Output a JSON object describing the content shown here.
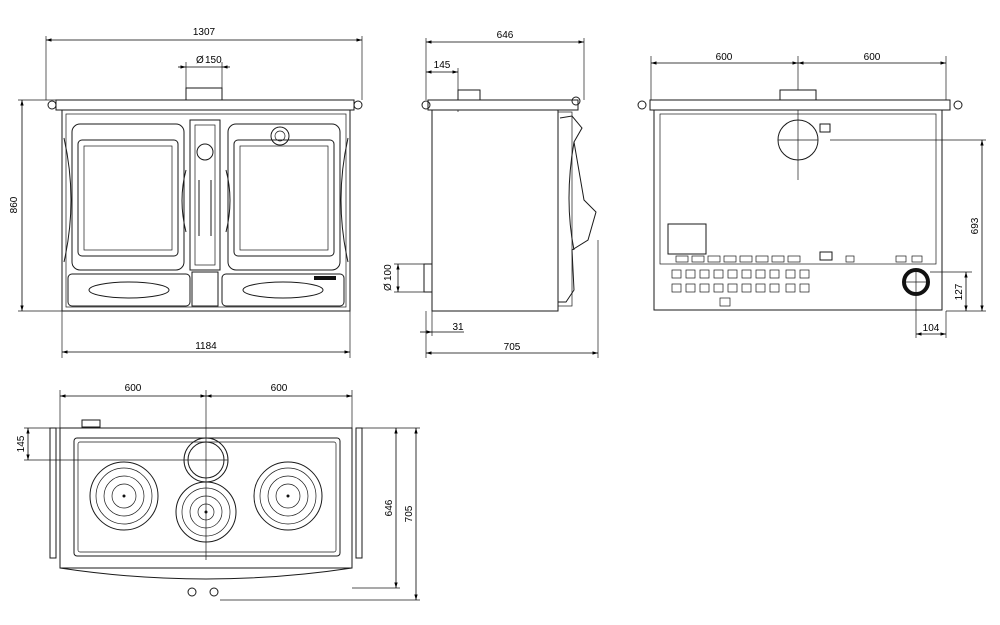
{
  "drawing": {
    "front": {
      "width_overall": "1307",
      "flue_diameter": "150",
      "height": "860",
      "width_body": "1184",
      "diameter_symbol": "Ø"
    },
    "side": {
      "depth_top": "646",
      "flue_offset": "145",
      "inlet_diameter": "100",
      "inlet_offset": "31",
      "depth_overall": "705",
      "diameter_symbol": "Ø"
    },
    "rear": {
      "half_left": "600",
      "half_right": "600",
      "flue_height": "693",
      "outlet_height": "127",
      "outlet_offset": "104"
    },
    "top": {
      "half_left": "600",
      "half_right": "600",
      "flue_offset": "145",
      "depth_top": "646",
      "depth_overall": "705"
    }
  },
  "colors": {
    "line": "#1a1a1a",
    "background": "#ffffff"
  }
}
